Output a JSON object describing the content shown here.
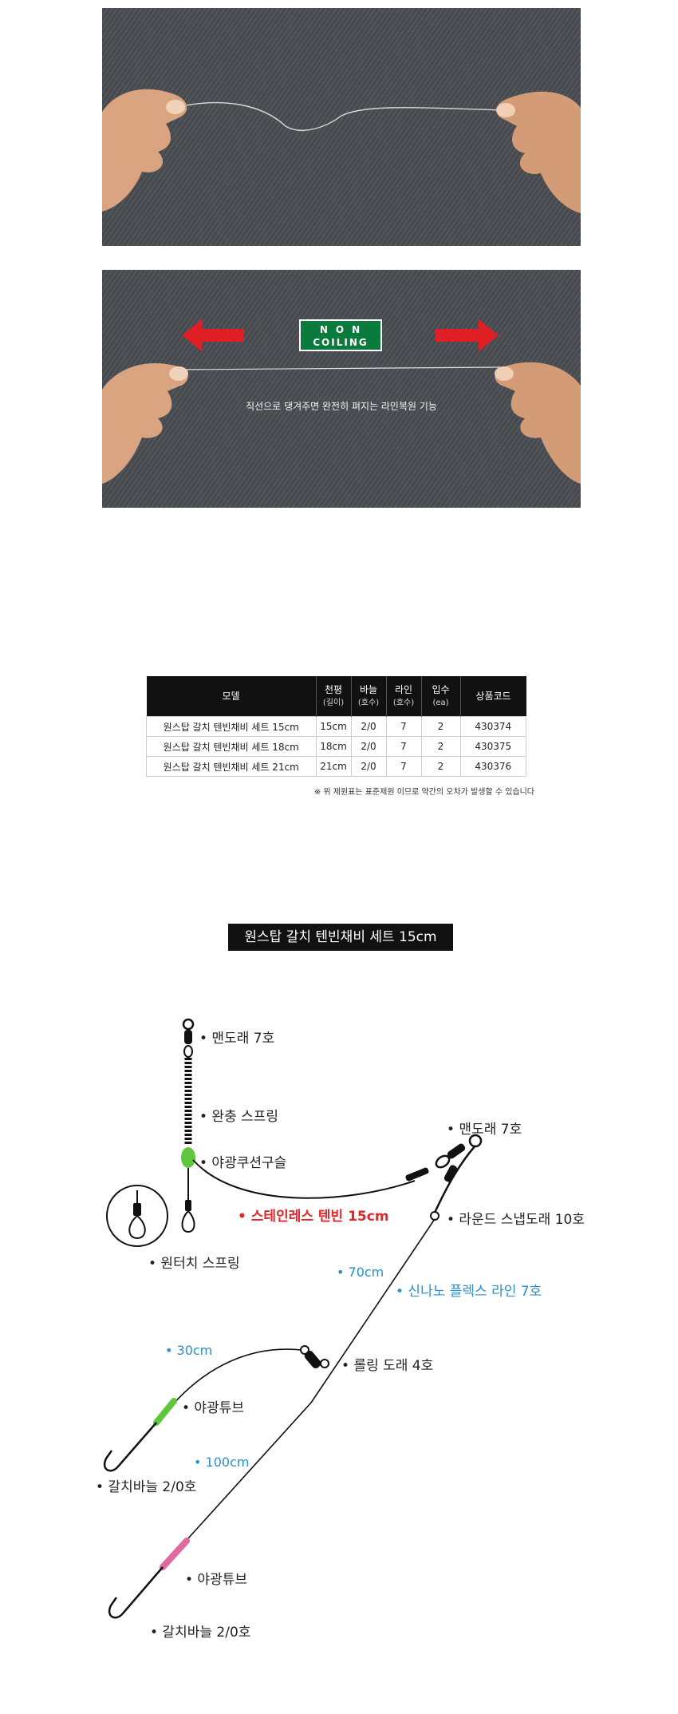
{
  "photo_top": {
    "description_icon": "hands-stretching-line-image"
  },
  "photo_bottom": {
    "badge_line1": "NON",
    "badge_line2": "COILING",
    "caption": "직선으로 댕겨주면 완전히 펴지는 라인복원 기능",
    "arrow_color": "#e01e26",
    "badge_color": "#0a7a3d"
  },
  "spec_table": {
    "headers": {
      "model": "모델",
      "length": "천평",
      "length_unit": "(길이)",
      "hook": "바늘",
      "hook_unit": "(호수)",
      "line": "라인",
      "line_unit": "(호수)",
      "qty": "입수",
      "qty_unit": "(ea)",
      "code": "상품코드"
    },
    "rows": [
      {
        "model": "원스탑 갈치 텐빈채비 세트 15cm",
        "length": "15cm",
        "hook": "2/0",
        "line": "7",
        "qty": "2",
        "code": "430374"
      },
      {
        "model": "원스탑 갈치 텐빈채비 세트 18cm",
        "length": "18cm",
        "hook": "2/0",
        "line": "7",
        "qty": "2",
        "code": "430375"
      },
      {
        "model": "원스탑 갈치 텐빈채비 세트 21cm",
        "length": "21cm",
        "hook": "2/0",
        "line": "7",
        "qty": "2",
        "code": "430376"
      }
    ],
    "note": "※ 위 제원표는 표준제원 이므로 약간의 오차가 발생할 수 있습니다"
  },
  "rig": {
    "title": "원스탑 갈치 텐빈채비 세트 15cm",
    "labels": {
      "swivel_top": "• 맨도래 7호",
      "spring": "• 완충 스프링",
      "bead": "• 야광쿠션구슬",
      "swivel_right": "• 맨도래 7호",
      "tenbin": "• 스테인레스 텐빈 15cm",
      "snap": "• 라운드 스냅도래 10호",
      "one_touch": "• 원터치 스프링",
      "len70": "• 70cm",
      "line": "• 신나노 플렉스 라인 7호",
      "len30": "• 30cm",
      "rolling": "• 롤링 도래 4호",
      "tube1": "• 야광튜브",
      "len100": "• 100cm",
      "hook1": "• 갈치바늘 2/0호",
      "tube2": "• 야광튜브",
      "hook2": "• 갈치바늘 2/0호"
    },
    "colors": {
      "accent_red": "#e3262b",
      "accent_blue": "#2a8fd0",
      "green_tube": "#5fc63d",
      "pink_tube": "#e06aa0"
    }
  }
}
